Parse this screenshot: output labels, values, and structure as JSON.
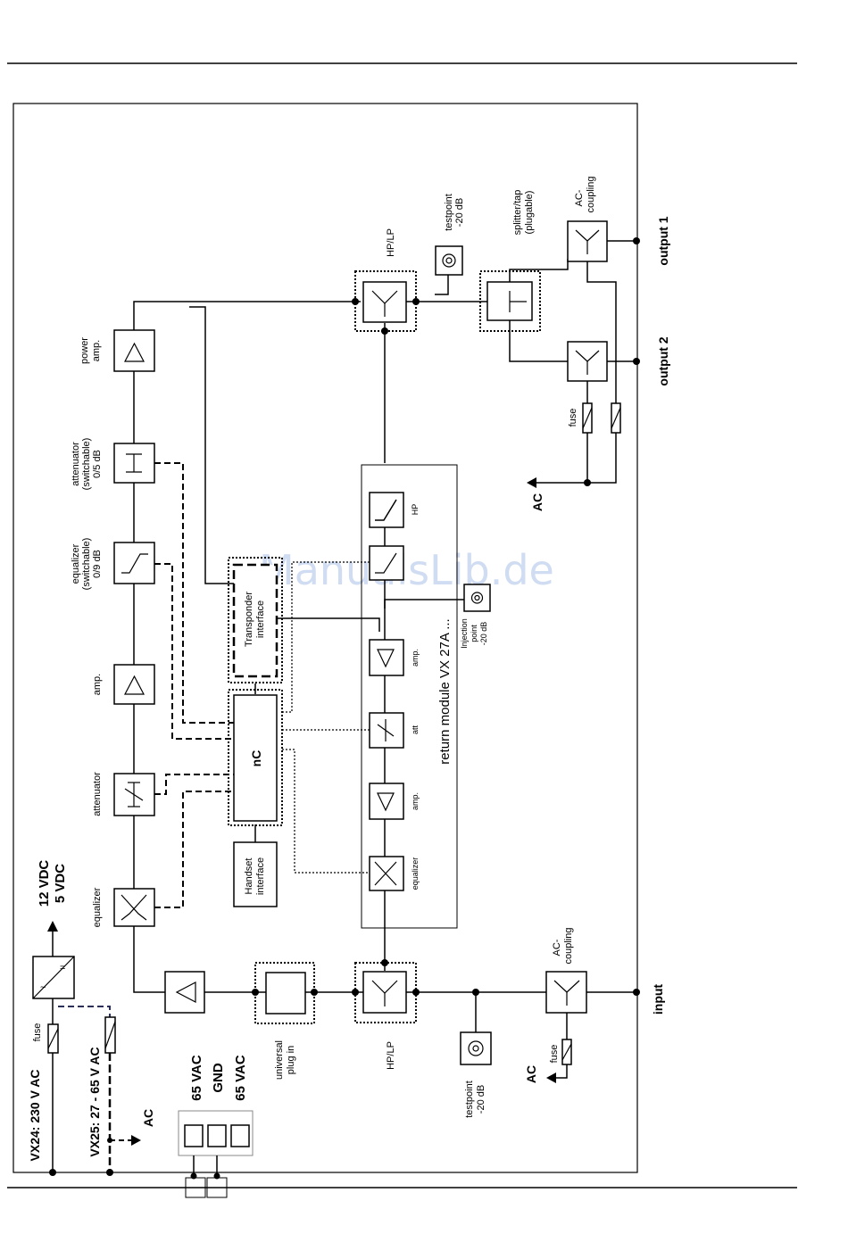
{
  "labels": {
    "power_amp": [
      "power",
      "amp."
    ],
    "attenuator_sw": [
      "attenuator",
      "(switchable)",
      "0/5 dB"
    ],
    "equalizer_sw": [
      "equalizer",
      "(switchable)",
      "0/9 dB"
    ],
    "amp": "amp.",
    "attenuator": "attenuator",
    "equalizer": "equalizer",
    "hp_lp_top": "HP/LP",
    "hp_lp_bottom": "HP/LP",
    "testpoint_top": [
      "testpoint",
      "-20 dB"
    ],
    "testpoint_bottom": [
      "testpoint",
      "-20 dB"
    ],
    "splitter": [
      "splitter/tap",
      "(plugable)"
    ],
    "ac_coupling_top": [
      "AC-",
      "coupling"
    ],
    "ac_coupling_bottom": [
      "AC-",
      "coupling"
    ],
    "output1": "output 1",
    "output2": "output 2",
    "input": "input",
    "fuse": "fuse",
    "ac": "AC",
    "transponder": [
      "Transponder",
      "interface"
    ],
    "uc": "nC",
    "handset": [
      "Handset",
      "interface"
    ],
    "return_module": "return module VX 27A ...",
    "ret_hp": "HP",
    "ret_amp": "amp.",
    "ret_att": "att",
    "ret_equalizer": "equalizer",
    "injection": [
      "Injection",
      "point",
      "-20 dB"
    ],
    "universal": [
      "universal",
      "plug in"
    ],
    "vdc12": "12 VDC",
    "vdc5": "5 VDC",
    "vx24": "VX24: 230 V AC",
    "vx25": "VX25: 27 - 65 V AC",
    "vac65a": "65 VAC",
    "gnd": "GND",
    "vac65b": "65 VAC",
    "watermark": "ManualsLib.de"
  }
}
